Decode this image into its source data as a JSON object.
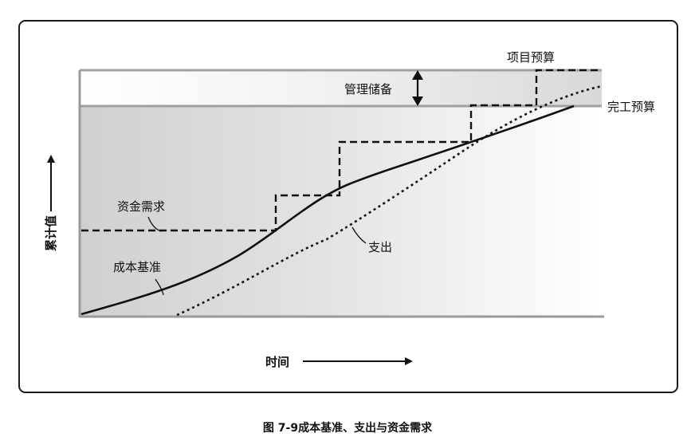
{
  "labels": {
    "project_budget": "项目预算",
    "management_reserve": "管理储备",
    "bac": "完工预算",
    "funding_requirements": "资金需求",
    "cost_baseline": "成本基准",
    "expenditures": "支出",
    "y_axis": "累计值",
    "x_axis": "时间"
  },
  "caption": "图 7-9成本基准、支出与资金需求",
  "colors": {
    "line": "#111111",
    "reserve_band": "#e4e4e4",
    "plot_grey": "#d2d2d2",
    "frame": "#1a1a1a"
  }
}
